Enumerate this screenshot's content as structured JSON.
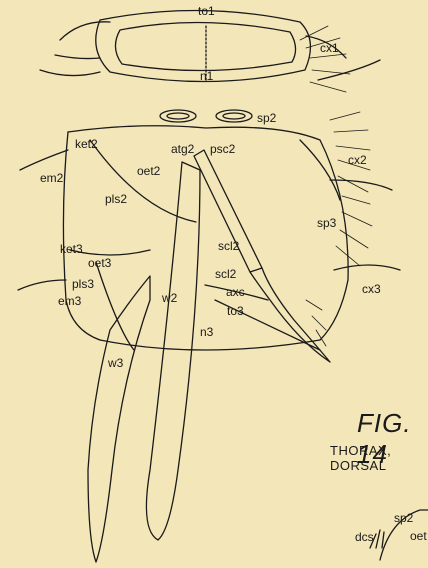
{
  "figure": {
    "title": "FIG. 14",
    "subtitle": "THORAX, DORSAL"
  },
  "labels": {
    "to1": "to1",
    "n1": "n1",
    "cx1": "cx1",
    "sp2_top": "sp2",
    "ket2": "ket2",
    "atg2": "atg2",
    "psc2": "psc2",
    "cx2": "cx2",
    "em2": "em2",
    "oet2": "oet2",
    "pls2": "pls2",
    "sp3": "sp3",
    "ket3": "ket3",
    "oet3": "oet3",
    "pls3": "pls3",
    "em3": "em3",
    "scl2_upper": "scl2",
    "scl2_lower": "scl2",
    "w2": "w2",
    "axc": "axc",
    "to3": "to3",
    "cx3": "cx3",
    "n3": "n3",
    "w3": "w3",
    "dcs": "dcs",
    "sp2_bottom": "sp2",
    "oet_bottom": "oet"
  }
}
